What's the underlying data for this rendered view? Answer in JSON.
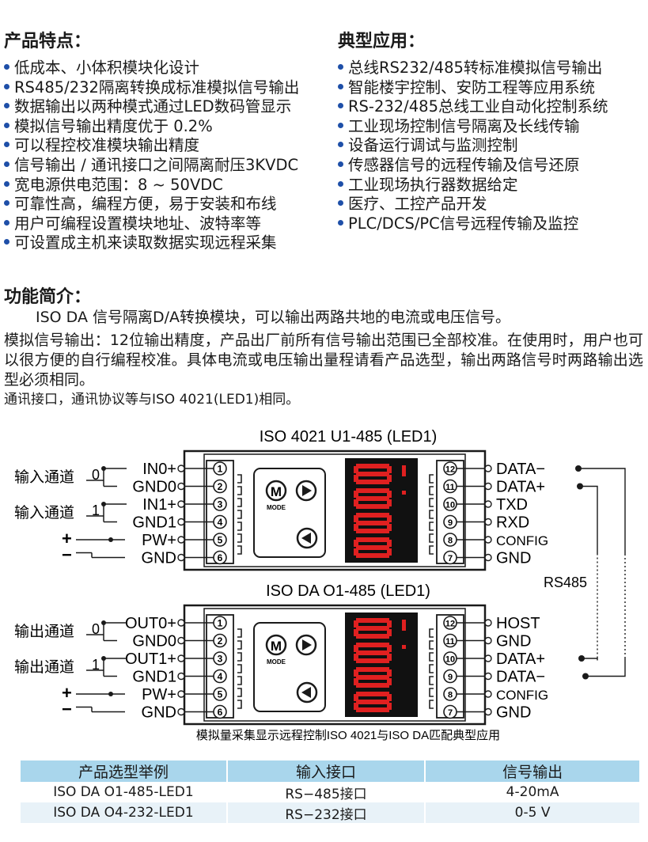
{
  "features": {
    "title": "产品特点",
    "items": [
      "低成本、小体积模块化设计",
      "RS485/232隔离转换成标准模拟信号输出",
      "数据输出以两种模式通过LED数码管显示",
      "模拟信号输出精度优于 0.2%",
      "可以程控校准模块输出精度",
      "信号输出 / 通讯接口之间隔离耐压3KVDC",
      "宽电源供电范围：8 ~ 50VDC",
      "可靠性高，编程方便，易于安装和布线",
      "用户可编程设置模块地址、波特率等",
      "可设置成主机来读取数据实现远程采集"
    ]
  },
  "applications": {
    "title": "典型应用",
    "items": [
      "总线RS232/485转标准模拟信号输出",
      "智能楼宇控制、安防工程等应用系统",
      "RS-232/485总线工业自动化控制系统",
      "工业现场控制信号隔离及长线传输",
      "设备运行调试与监测控制",
      "传感器信号的远程传输及信号还原",
      "工业现场执行器数据给定",
      "医疗、工控产品开发",
      "PLC/DCS/PC信号远程传输及监控"
    ]
  },
  "intro": {
    "title": "功能简介",
    "p1": "ISO DA 信号隔离D/A转换模块，可以输出两路共地的电流或电压信号。",
    "p2": "模拟信号输出：12位输出精度，产品出厂前所有信号输出范围已全部校准。在使用时，用户也可以很方便的自行编程校准。具体电流或电压输出量程请看产品选型，输出两路信号时两路输出选型必须相同。",
    "p3": "通讯接口，通讯协议等与ISO 4021(LED1)相同。"
  },
  "diagram": {
    "top_title": "ISO 4021 U1-485  (LED1)",
    "bottom_title": "ISO DA O1-485 (LED1)",
    "caption": "模拟量采集显示远程控制ISO 4021与ISO DA匹配典型应用",
    "rs485": "RS485",
    "mode": "MODE",
    "m_key": "M",
    "top_left_labels": [
      "IN0+",
      "GND0",
      "IN1+",
      "GND1",
      "PW+",
      "GND"
    ],
    "top_right_labels": [
      "DATA−",
      "DATA+",
      "TXD",
      "RXD",
      "CONFIG",
      "GND"
    ],
    "bottom_left_labels": [
      "OUT0+",
      "GND0",
      "OUT1+",
      "GND1",
      "PW+",
      "GND"
    ],
    "bottom_right_labels": [
      "HOST",
      "GND",
      "DATA+",
      "DATA−",
      "CONFIG",
      "GND"
    ],
    "left_pins": [
      "1",
      "2",
      "3",
      "4",
      "5",
      "6"
    ],
    "right_pins": [
      "12",
      "11",
      "10",
      "9",
      "8",
      "7"
    ],
    "top_channel_label": "输入通道",
    "bottom_channel_label": "输出通道",
    "channel_nums": [
      "0",
      "1"
    ],
    "plus": "+",
    "minus": "−"
  },
  "selection": {
    "headers": [
      "产品选型举例",
      "输入接口",
      "信号输出"
    ],
    "rows": [
      [
        "ISO DA O1-485-LED1",
        "RS−485接口",
        "4-20mA"
      ],
      [
        "ISO DA O4-232-LED1",
        "RS−232接口",
        "0-5  V"
      ]
    ]
  },
  "colors": {
    "bullet": "#1e4fa8",
    "table_header": "#a9d6ec",
    "led_red": "#e02020"
  }
}
